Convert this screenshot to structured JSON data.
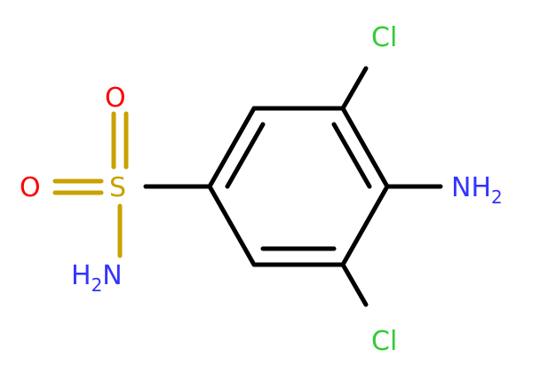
{
  "molecule": {
    "atoms": {
      "cl_top": {
        "label": "Cl",
        "color": "#33cc33"
      },
      "cl_bottom": {
        "label": "Cl",
        "color": "#33cc33"
      },
      "amino": {
        "label": "NH",
        "subscript": "2",
        "color": "#3333ff"
      },
      "sulfur": {
        "label": "S",
        "color": "#c8a200"
      },
      "oxygen_top": {
        "label": "O",
        "color": "#ff0000"
      },
      "oxygen_left": {
        "label": "O",
        "color": "#ff0000"
      },
      "sulfonamide_n": {
        "label": "H",
        "subscript": "2",
        "suffix": "N",
        "color": "#3333ff"
      }
    },
    "bond_color": "#000000"
  }
}
